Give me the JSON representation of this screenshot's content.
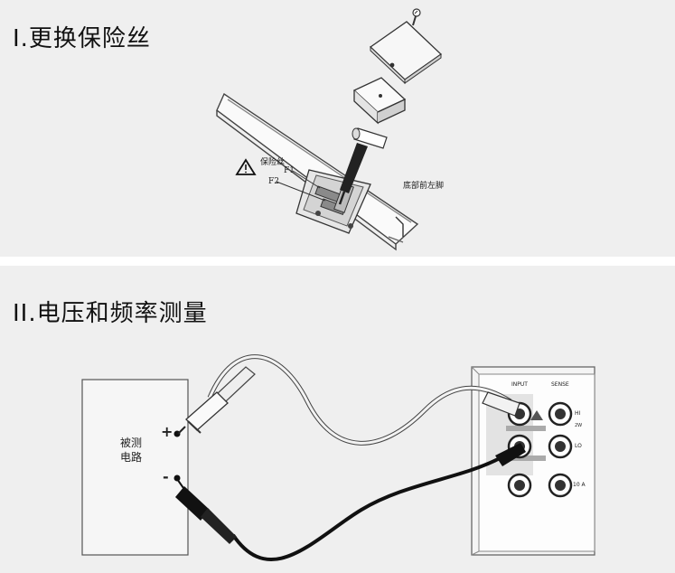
{
  "section1": {
    "title": "I.更换保险丝",
    "label_fuse": "保险丝",
    "label_f1": "F1",
    "label_f2": "F2",
    "label_bottom": "底部前左脚"
  },
  "section2": {
    "title": "II.电压和频率测量",
    "circuit_label_line1": "被测",
    "circuit_label_line2": "电路",
    "plus": "+",
    "minus": "-",
    "jack_hi": "HI",
    "jack_lo": "LO",
    "jack_10a": "10 A",
    "label_input": "INPUT",
    "label_sense": "SENSE",
    "label_2w": "2W"
  }
}
